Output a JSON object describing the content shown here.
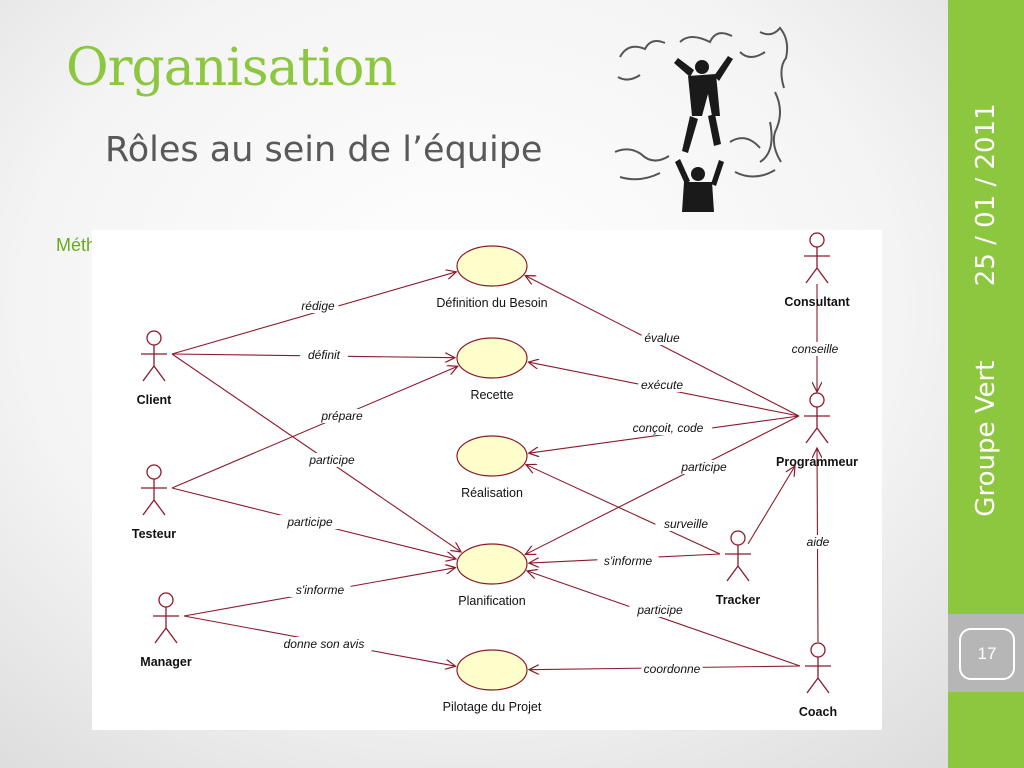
{
  "slide": {
    "title": "Organisation",
    "subtitle": "Rôles au sein de l’équipe",
    "method": "Méthode XP",
    "date": "25 / 01 / 2011",
    "group": "Groupe Vert",
    "page": "17"
  },
  "colors": {
    "accent": "#8dc63f",
    "usecase_fill": "#ffffcc",
    "arrow": "#8b1a2b"
  },
  "diagram": {
    "actors": [
      {
        "id": "client",
        "label": "Client"
      },
      {
        "id": "testeur",
        "label": "Testeur"
      },
      {
        "id": "manager",
        "label": "Manager"
      },
      {
        "id": "consultant",
        "label": "Consultant"
      },
      {
        "id": "programmeur",
        "label": "Programmeur"
      },
      {
        "id": "tracker",
        "label": "Tracker"
      },
      {
        "id": "coach",
        "label": "Coach"
      }
    ],
    "usecases": [
      {
        "id": "besoin",
        "label": "Définition du Besoin"
      },
      {
        "id": "recette",
        "label": "Recette"
      },
      {
        "id": "realisation",
        "label": "Réalisation"
      },
      {
        "id": "planification",
        "label": "Planification"
      },
      {
        "id": "pilotage",
        "label": "Pilotage du Projet"
      }
    ],
    "relations": [
      {
        "from": "client",
        "to": "besoin",
        "label": "rédige"
      },
      {
        "from": "client",
        "to": "recette",
        "label": "définit"
      },
      {
        "from": "client",
        "to": "planification",
        "label": "participe"
      },
      {
        "from": "testeur",
        "to": "recette",
        "label": "prépare"
      },
      {
        "from": "testeur",
        "to": "planification",
        "label": "participe"
      },
      {
        "from": "manager",
        "to": "planification",
        "label": "s'informe"
      },
      {
        "from": "manager",
        "to": "pilotage",
        "label": "donne son avis"
      },
      {
        "from": "programmeur",
        "to": "besoin",
        "label": "évalue"
      },
      {
        "from": "programmeur",
        "to": "recette",
        "label": "exécute"
      },
      {
        "from": "programmeur",
        "to": "realisation",
        "label": "conçoit, code"
      },
      {
        "from": "programmeur",
        "to": "planification",
        "label": "participe"
      },
      {
        "from": "consultant",
        "to": "programmeur",
        "label": "conseille"
      },
      {
        "from": "tracker",
        "to": "realisation",
        "label": "surveille"
      },
      {
        "from": "tracker",
        "to": "planification",
        "label": "s'informe"
      },
      {
        "from": "tracker",
        "to": "programmeur",
        "label": ""
      },
      {
        "from": "coach",
        "to": "planification",
        "label": "participe"
      },
      {
        "from": "coach",
        "to": "pilotage",
        "label": "coordonne"
      },
      {
        "from": "coach",
        "to": "programmeur",
        "label": "aide"
      }
    ]
  }
}
